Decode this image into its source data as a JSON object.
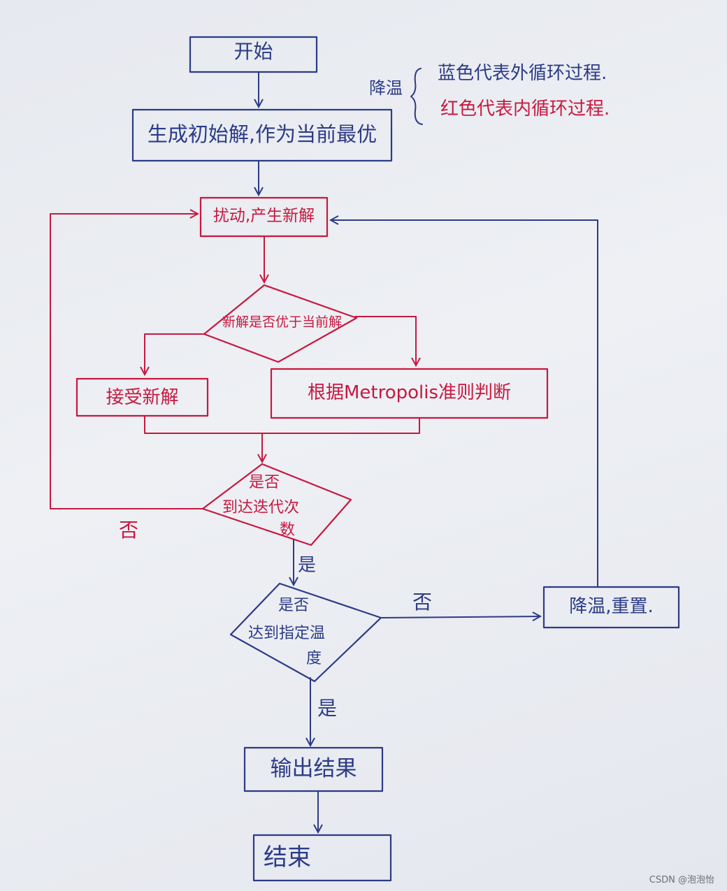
{
  "nodes": {
    "start": "开始",
    "init": "生成初始解,作为当前最优",
    "perturb": "扰动,产生新解",
    "compare": "新解是否优于当前解",
    "accept": "接受新解",
    "metropolis": "根据Metropolis准则判断",
    "iter_line1": "是否",
    "iter_line2": "到达迭代次",
    "iter_line3": "数",
    "temp_line1": "是否",
    "temp_line2": "达到指定温",
    "temp_line3": "度",
    "cool": "降温,重置.",
    "output": "输出结果",
    "end": "结束"
  },
  "edge_labels": {
    "iter_no": "否",
    "iter_yes": "是",
    "temp_no": "否",
    "temp_yes": "是"
  },
  "legend": {
    "title": "降温",
    "blue": "蓝色代表外循环过程.",
    "red": "红色代表内循环过程."
  },
  "colors": {
    "blue": "#2c3b86",
    "red": "#c8183f"
  },
  "watermark": "CSDN @泡泡怡"
}
